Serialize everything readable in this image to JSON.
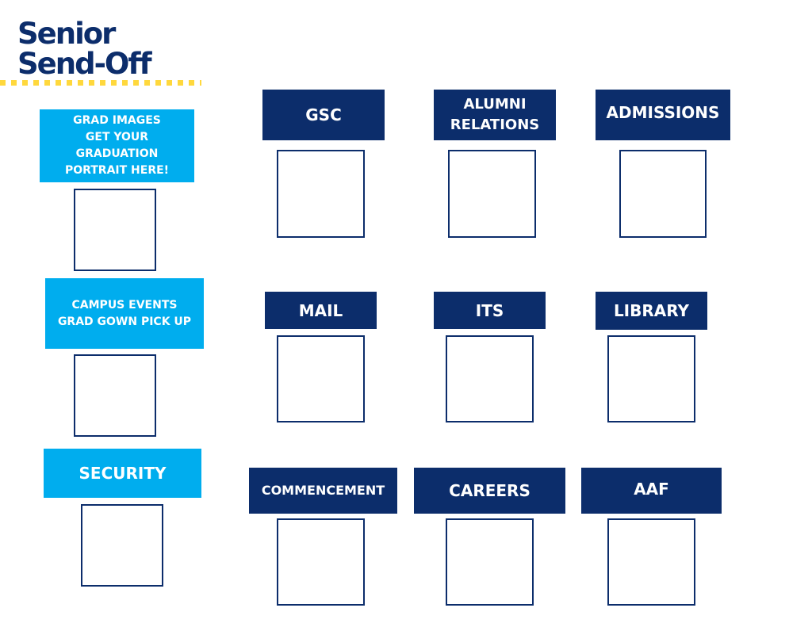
{
  "title": {
    "line1": "Senior",
    "line2": "Send-Off"
  },
  "colors": {
    "navy": "#0c2d6b",
    "light_blue": "#00adee",
    "yellow_dots": "#ffd83d"
  },
  "left_stations": [
    {
      "label": "GRAD IMAGES\nGET YOUR\nGRADUATION\nPORTRAIT HERE!"
    },
    {
      "label": "CAMPUS EVENTS\nGRAD GOWN PICK UP"
    },
    {
      "label": "SECURITY"
    }
  ],
  "stations": [
    {
      "label": "GSC"
    },
    {
      "label": "ALUMNI\nRELATIONS"
    },
    {
      "label": "ADMISSIONS"
    },
    {
      "label": "MAIL"
    },
    {
      "label": "ITS"
    },
    {
      "label": "LIBRARY"
    },
    {
      "label": "COMMENCEMENT"
    },
    {
      "label": "CAREERS"
    },
    {
      "label": "AAF"
    }
  ]
}
